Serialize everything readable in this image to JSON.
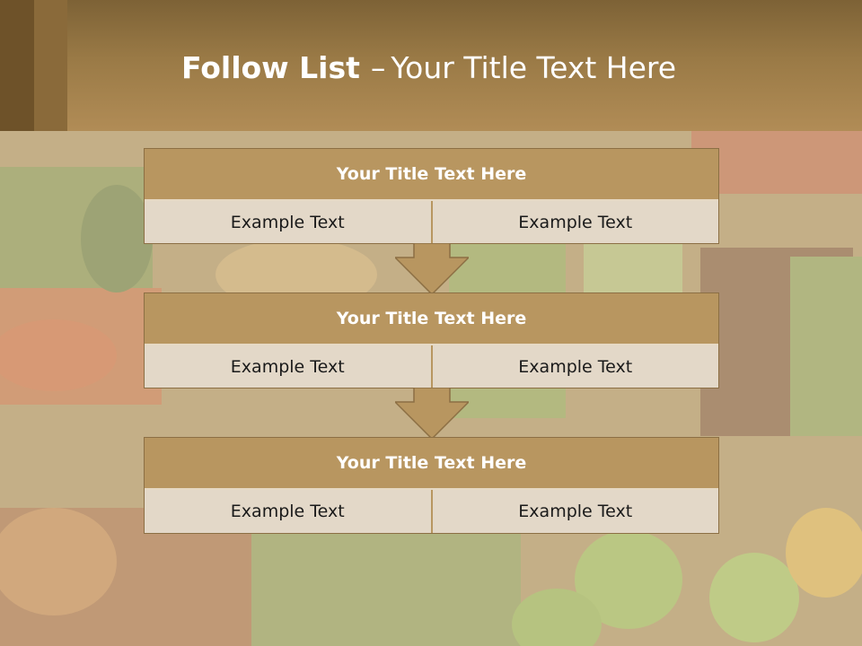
{
  "slide": {
    "title_bold": "Follow List",
    "title_sep": "–",
    "title_rest": "Your Title Text Here"
  },
  "blocks": [
    {
      "title": "Your Title Text Here",
      "left": "Example Text",
      "right": "Example Text"
    },
    {
      "title": "Your Title Text Here",
      "left": "Example Text",
      "right": "Example Text"
    },
    {
      "title": "Your Title Text Here",
      "left": "Example Text",
      "right": "Example Text"
    }
  ],
  "colors": {
    "header_brown": "#9a7a46",
    "block_head": "#b89660",
    "block_body": "#e3d8c8",
    "arrow_fill": "#b89660"
  },
  "icons": [
    "down-arrow-icon"
  ]
}
